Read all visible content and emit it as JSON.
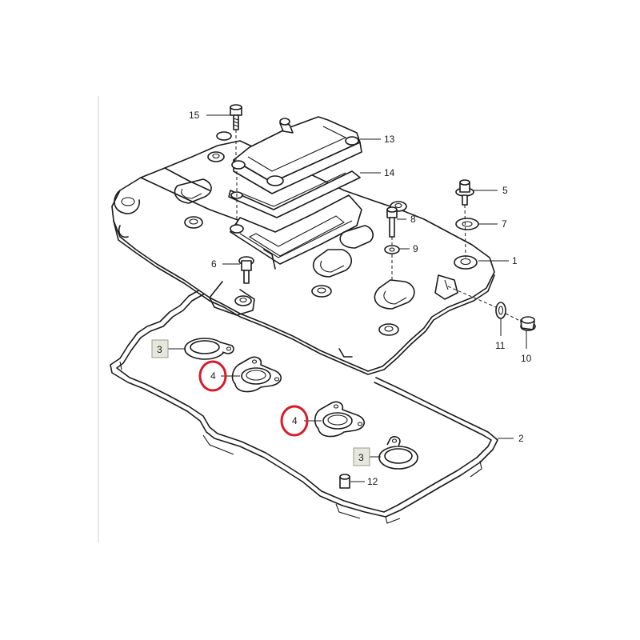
{
  "callouts": {
    "c1": "1",
    "c2": "2",
    "c3a": "3",
    "c3b": "3",
    "c4a": "4",
    "c4b": "4",
    "c5": "5",
    "c6": "6",
    "c7": "7",
    "c8": "8",
    "c9": "9",
    "c10": "10",
    "c11": "11",
    "c12": "12",
    "c13": "13",
    "c14": "14",
    "c15": "15"
  },
  "colors": {
    "line": "#1a1a1a",
    "highlight_ring": "#d61c2a",
    "label_box": "#e6e8de"
  }
}
